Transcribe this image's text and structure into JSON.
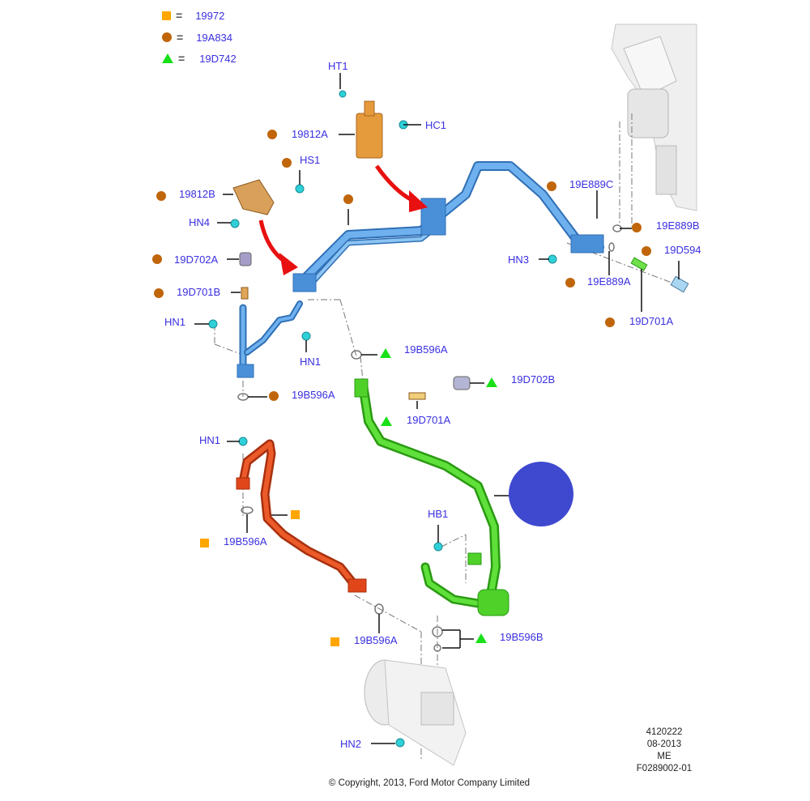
{
  "legend": [
    {
      "symbol": "orange-square",
      "code": "19972",
      "color": "#ffa600"
    },
    {
      "symbol": "brown-circle",
      "code": "19A834",
      "color": "#c0650a"
    },
    {
      "symbol": "green-triangle",
      "code": "19D742",
      "color": "#19e019"
    }
  ],
  "callouts": {
    "ht1": "HT1",
    "hc1": "HC1",
    "p19812a": "19812A",
    "hs1": "HS1",
    "p19812b": "19812B",
    "hn4": "HN4",
    "p19d702a": "19D702A",
    "p19d701b": "19D701B",
    "hn1_left": "HN1",
    "hn1_mid": "HN1",
    "p19b596a_blue": "19B596A",
    "p19e889c": "19E889C",
    "p19e889b": "19E889B",
    "p19d594": "19D594",
    "hn3": "HN3",
    "p19e889a": "19E889A",
    "p19d701a_right": "19D701A",
    "p19b596a_green_top": "19B596A",
    "p19d702b": "19D702B",
    "p19d701a_green": "19D701A",
    "hn1_red": "HN1",
    "p19b596a_red": "19B596A",
    "hb1": "HB1",
    "p19b596a_bottom": "19B596A",
    "p19b596b": "19B596B",
    "hn2": "HN2"
  },
  "meta": {
    "number": "4120222",
    "date": "08-2013",
    "code": "ME",
    "figure": "F0289002-01"
  },
  "copyright": "© Copyright, 2013, Ford Motor Company Limited",
  "colors": {
    "blue_line": "#4a90d9",
    "green_line": "#3fc21f",
    "red_line": "#e0461a",
    "bracket": "#e59a3c",
    "fastener": "#2fd0d8",
    "arrow": "#e81010",
    "blob": "#3e49cf",
    "label": "#3a2fe0"
  }
}
